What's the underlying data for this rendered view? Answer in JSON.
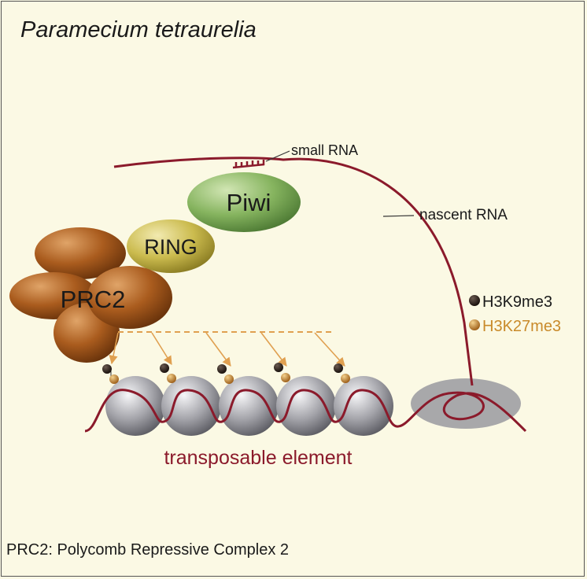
{
  "title": "Paramecium tetraurelia",
  "footnote": "PRC2: Polycomb Repressive Complex 2",
  "labels": {
    "small_rna": "small RNA",
    "nascent_rna": "nascent RNA",
    "piwi": "Piwi",
    "ring": "RING",
    "prc2": "PRC2",
    "transposable_element": "transposable element"
  },
  "legend": [
    {
      "label": "H3K9me3",
      "color": "#2a1a12"
    },
    {
      "label": "H3K27me3",
      "color": "#c98a2a"
    }
  ],
  "colors": {
    "rna": "#8b1a2b",
    "piwi": "#7aa855",
    "ring": "#c8b84a",
    "prc2": "#a85a1c",
    "arrows": "#e0a050",
    "nucleosome": "#9a9aa0",
    "pol_complex": "#a8a8aa"
  }
}
